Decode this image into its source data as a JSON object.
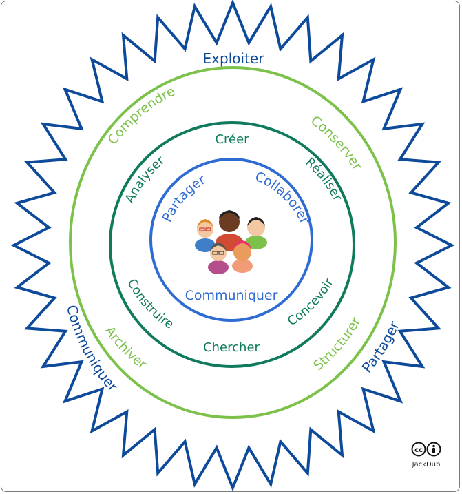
{
  "colors": {
    "star": "#0d4a9a",
    "ring_green": "#7cc24a",
    "ring_teal": "#0f7a5c",
    "ring_blue": "#2e6bd3"
  },
  "outer": {
    "top": "Exploiter",
    "left": "Communiquer",
    "right": "Partager"
  },
  "green_ring": {
    "top_left": "Comprendre",
    "top_right": "Conserver",
    "bottom_left": "Archiver",
    "bottom_right": "Structurer"
  },
  "teal_ring": {
    "top": "Créer",
    "left_top": "Analyser",
    "right_top": "Réaliser",
    "left_bottom": "Construire",
    "right_bottom": "Concevoir",
    "bottom": "Chercher"
  },
  "blue_ring": {
    "left": "Partager",
    "right": "Collaborer",
    "bottom": "Communiquer"
  },
  "credit": {
    "license_text": "cc",
    "author": "JackDub"
  }
}
